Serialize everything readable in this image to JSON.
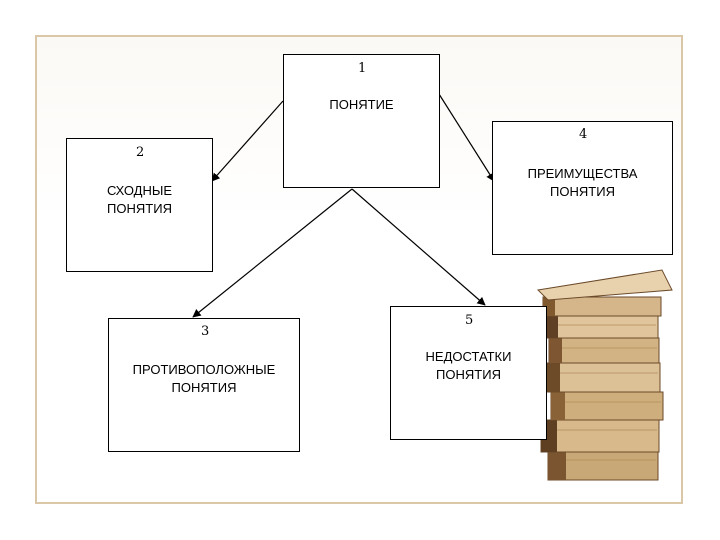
{
  "diagram": {
    "nodes": [
      {
        "id": "n1",
        "number": "1",
        "label": "ПОНЯТИЕ"
      },
      {
        "id": "n2",
        "number": "2",
        "label": "СХОДНЫЕ\nПОНЯТИЯ"
      },
      {
        "id": "n3",
        "number": "3",
        "label": "ПРОТИВОПОЛОЖНЫЕ\nПОНЯТИЯ"
      },
      {
        "id": "n4",
        "number": "4",
        "label": "ПРЕИМУЩЕСТВА\nПОНЯТИЯ"
      },
      {
        "id": "n5",
        "number": "5",
        "label": "НЕДОСТАТКИ\nПОНЯТИЯ"
      }
    ],
    "edges": [
      {
        "from": "n1",
        "to": "n2"
      },
      {
        "from": "n1",
        "to": "n3"
      },
      {
        "from": "n1",
        "to": "n4"
      },
      {
        "from": "n1",
        "to": "n5"
      }
    ]
  },
  "decoration": {
    "illustration": "stack-of-books",
    "frame_color": "#d9c7a8"
  }
}
